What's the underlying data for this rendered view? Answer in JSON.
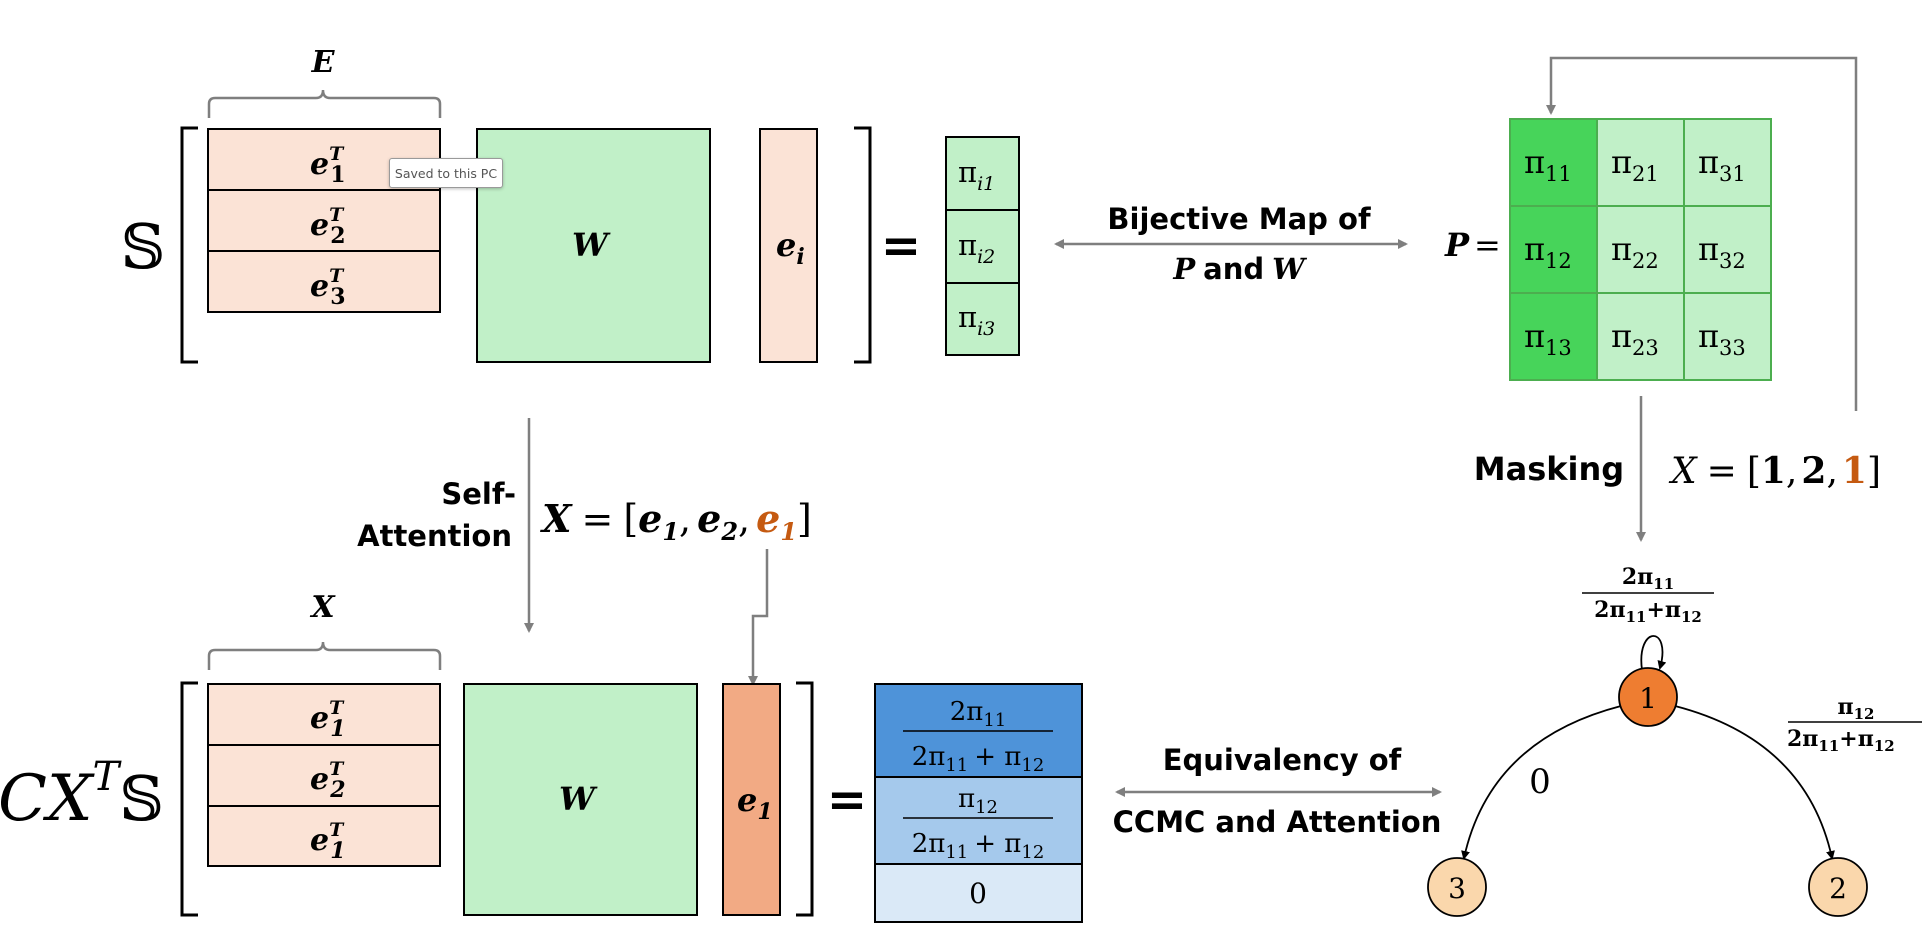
{
  "top_row": {
    "E_label": "E",
    "operator": "𝕊",
    "e_rows": [
      {
        "base": "e",
        "sub": "1",
        "sup": "T"
      },
      {
        "base": "e",
        "sub": "2",
        "sup": "T"
      },
      {
        "base": "e",
        "sub": "3",
        "sup": "T"
      }
    ],
    "W_label": "W",
    "ei": {
      "base": "e",
      "sub": "i"
    },
    "equals": "=",
    "pi_vector": [
      {
        "base": "π",
        "sub": "i1"
      },
      {
        "base": "π",
        "sub": "i2"
      },
      {
        "base": "π",
        "sub": "i3"
      }
    ]
  },
  "bijective": {
    "line1": "Bijective Map of",
    "P": "P",
    "and": "and",
    "W": "W"
  },
  "P_matrix": {
    "label": "P",
    "equals": "=",
    "cells": [
      [
        {
          "base": "π",
          "sub": "11"
        },
        {
          "base": "π",
          "sub": "21"
        },
        {
          "base": "π",
          "sub": "31"
        }
      ],
      [
        {
          "base": "π",
          "sub": "12"
        },
        {
          "base": "π",
          "sub": "22"
        },
        {
          "base": "π",
          "sub": "32"
        }
      ],
      [
        {
          "base": "π",
          "sub": "13"
        },
        {
          "base": "π",
          "sub": "23"
        },
        {
          "base": "π",
          "sub": "33"
        }
      ]
    ]
  },
  "masking": {
    "label": "Masking",
    "X_label": "X",
    "equals": "=",
    "open": "[",
    "v1": "1",
    "v2": "2",
    "v3": "1",
    "close": "]",
    "comma": ","
  },
  "self_attention": {
    "line1": "Self-",
    "line2": "Attention",
    "X_label": "X",
    "equals": "=",
    "open": "[",
    "close": "]",
    "comma": ",",
    "items": [
      {
        "base": "e",
        "sub": "1"
      },
      {
        "base": "e",
        "sub": "2"
      },
      {
        "base": "e",
        "sub": "1"
      }
    ]
  },
  "bottom_row": {
    "X_label": "X",
    "operator": "CX",
    "operator_sup": "T",
    "operator_s": "𝕊",
    "e_rows": [
      {
        "base": "e",
        "sub": "1",
        "sup": "T"
      },
      {
        "base": "e",
        "sub": "2",
        "sup": "T"
      },
      {
        "base": "e",
        "sub": "1",
        "sup": "T"
      }
    ],
    "W_label": "W",
    "e1": {
      "base": "e",
      "sub": "1"
    },
    "equals": "=",
    "result": [
      {
        "num": "2π",
        "num_sub": "11",
        "den": "2π",
        "den_sub1": "11",
        "den_plus": "+ π",
        "den_sub2": "12"
      },
      {
        "num": "π",
        "num_sub": "12",
        "den": "2π",
        "den_sub1": "11",
        "den_plus": "+ π",
        "den_sub2": "12"
      },
      {
        "value": "0"
      }
    ]
  },
  "equivalency": {
    "line1": "Equivalency of",
    "line2": "CCMC and Attention"
  },
  "markov_chain": {
    "nodes": [
      {
        "id": "1",
        "label": "1"
      },
      {
        "id": "2",
        "label": "2"
      },
      {
        "id": "3",
        "label": "3"
      }
    ],
    "self_loop_label": {
      "num": "2π",
      "num_sub": "11",
      "den": "2π",
      "den_sub1": "11",
      "den_plus": "+π",
      "den_sub2": "12"
    },
    "edge_to_3_label": "0",
    "edge_to_2_label": {
      "num": "π",
      "num_sub": "12",
      "den": "2π",
      "den_sub1": "11",
      "den_plus": "+π",
      "den_sub2": "12"
    }
  },
  "tooltip": {
    "text": "Saved to this PC"
  },
  "colors": {
    "peach": "#fbe3d6",
    "light_green": "#c1f0c8",
    "dark_green": "#47d45a",
    "green_border": "#4cae4f",
    "orange_cell": "#f2aa84",
    "accent_orange": "#c55a11",
    "node_orange": "#ee7d31",
    "node_light": "#fad7ac",
    "blue_dark": "#4e93d9",
    "blue_mid": "#a5c9ec",
    "blue_light": "#dae9f7",
    "gray_arrow": "#7f7f7f"
  }
}
